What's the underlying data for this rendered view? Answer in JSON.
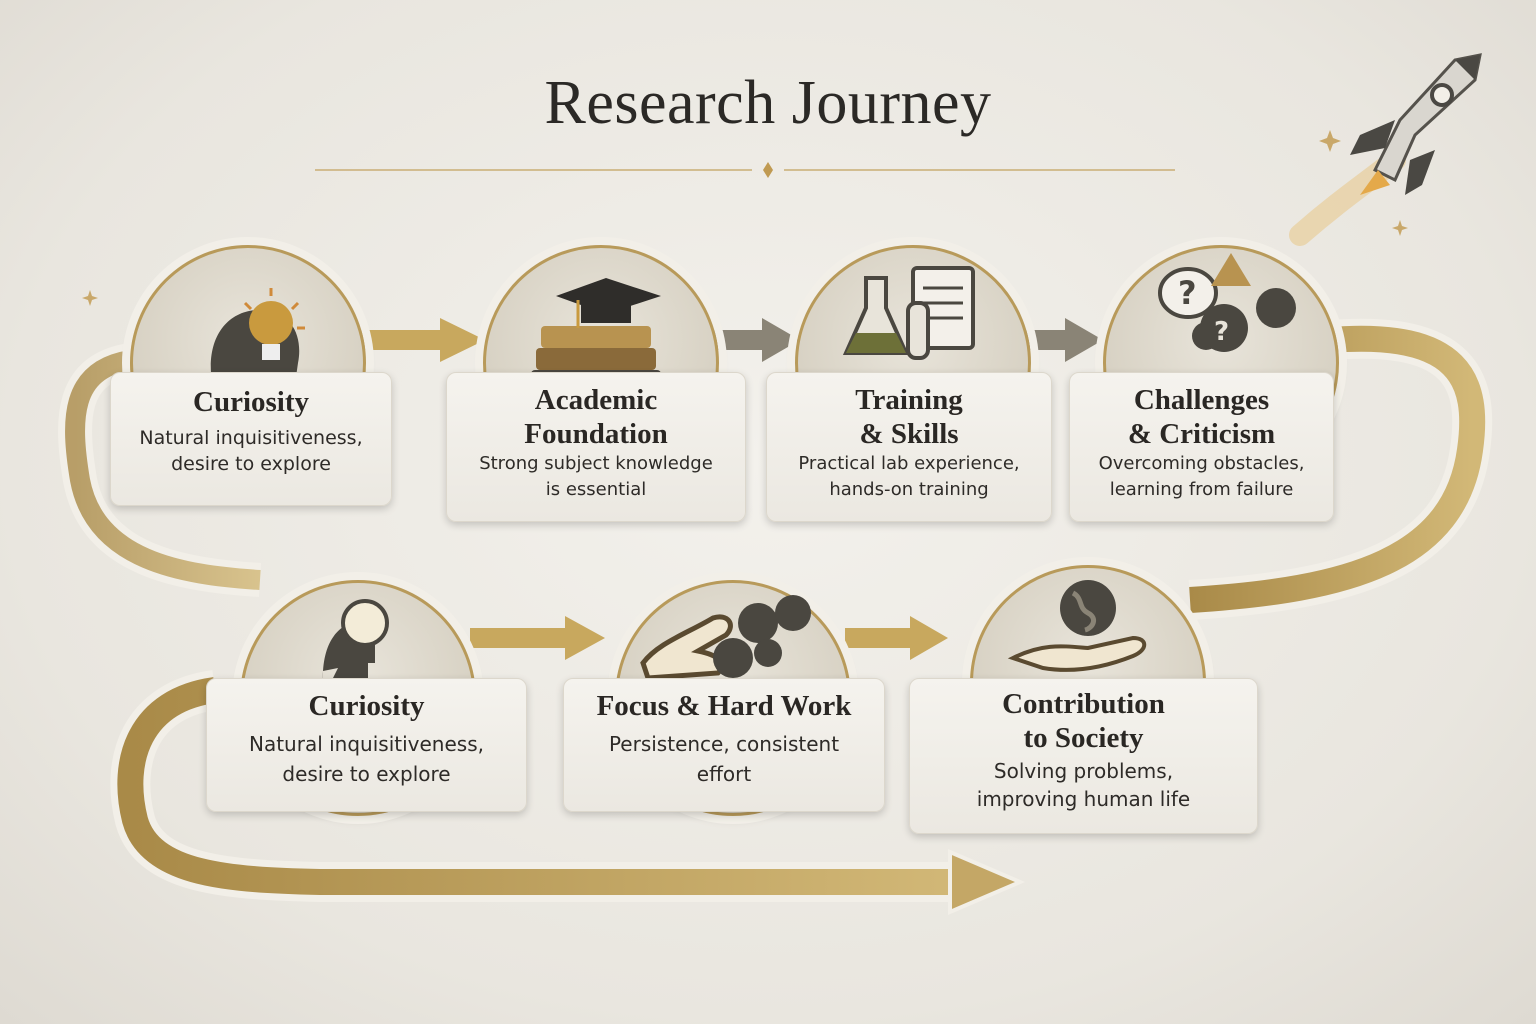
{
  "title": "Research Journey",
  "colors": {
    "gold": "#b8964f",
    "dark": "#3a3834",
    "background": "#ece9e2"
  },
  "steps": [
    {
      "title_line1": "Curiosity",
      "title_line2": "",
      "description": "Natural inquisitiveness, desire to explore",
      "icon": "head-lightbulb-icon"
    },
    {
      "title_line1": "Academic",
      "title_line2": "Foundation",
      "description": "Strong subject knowledge is essential",
      "icon": "books-graduation-cap-icon"
    },
    {
      "title_line1": "Training",
      "title_line2": "& Skills",
      "description": "Practical lab experience, hands-on training",
      "icon": "lab-flask-clipboard-icon"
    },
    {
      "title_line1": "Challenges",
      "title_line2": "& Criticism",
      "description": "Overcoming obstacles, learning from failure",
      "icon": "question-gears-icon"
    },
    {
      "title_line1": "Curiosity",
      "title_line2": "",
      "description": "Natural inquisitiveness, desire to explore",
      "icon": "head-lightbulb-icon"
    },
    {
      "title_line1": "Focus & Hard Work",
      "title_line2": "",
      "description": "Persistence, consistent effort",
      "icon": "arm-gears-icon"
    },
    {
      "title_line1": "Contribution",
      "title_line2": "to Society",
      "description": "Solving problems, improving human life",
      "icon": "hand-globe-icon"
    }
  ]
}
